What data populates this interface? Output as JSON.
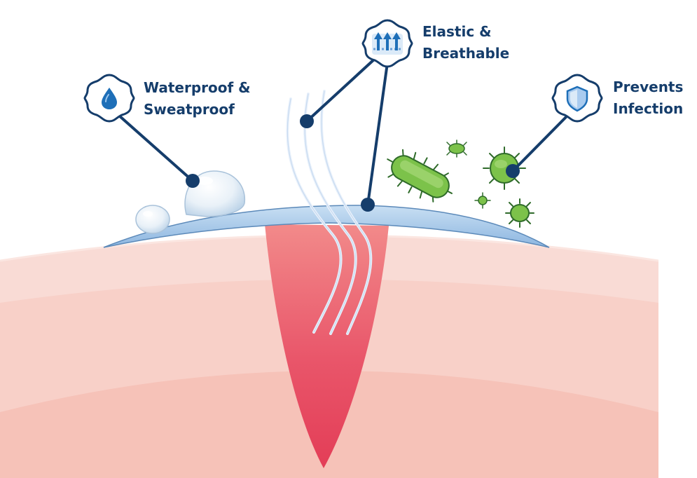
{
  "callouts": {
    "waterproof": {
      "line1": "Waterproof &",
      "line2": "Sweatproof",
      "icon": "water-drop-icon"
    },
    "elastic": {
      "line1": "Elastic &",
      "line2": "Breathable",
      "icon": "breathable-arrows-icon"
    },
    "infection": {
      "line1": "Prevents",
      "line2": "Infection",
      "icon": "shield-icon"
    }
  },
  "colors": {
    "text": "#153d6b",
    "connector": "#153d6b",
    "skin_top": "#f9dcd6",
    "skin_mid": "#f8cfc7",
    "skin_deep": "#f6c0b6",
    "wound": "#e9566a",
    "film": "#a9c9e9",
    "bacteria": "#7cc24a",
    "icon_fill": "#dbeaf8"
  }
}
